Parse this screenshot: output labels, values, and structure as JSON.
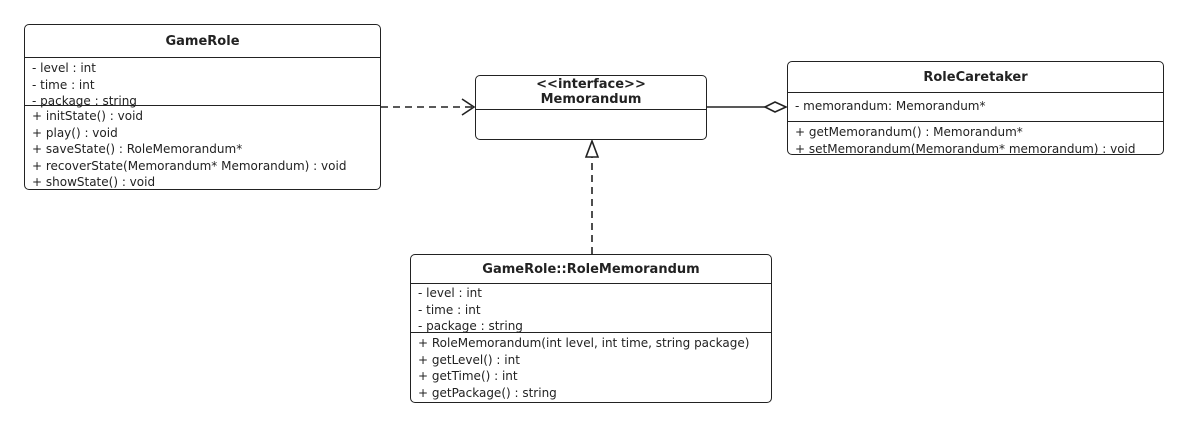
{
  "classes": {
    "game_role": {
      "name": "GameRole",
      "attributes": [
        "- level : int",
        "- time : int",
        "- package : string"
      ],
      "methods": [
        "+ initState() : void",
        "+ play() : void",
        "+ saveState() : RoleMemorandum*",
        "+ recoverState(Memorandum* Memorandum) : void",
        "+ showState() : void"
      ]
    },
    "memorandum": {
      "stereotype": "<<interface>>",
      "name": "Memorandum"
    },
    "role_caretaker": {
      "name": "RoleCaretaker",
      "attributes": [
        "- memorandum: Memorandum*"
      ],
      "methods": [
        "+ getMemorandum() : Memorandum*",
        "+ setMemorandum(Memorandum* memorandum) : void"
      ]
    },
    "role_memorandum": {
      "name": "GameRole::RoleMemorandum",
      "attributes": [
        "- level : int",
        "- time : int",
        "- package : string"
      ],
      "methods": [
        "+ RoleMemorandum(int level, int time, string package)",
        "+ getLevel() : int",
        "+ getTime() : int",
        "+ getPackage() : string"
      ]
    }
  }
}
